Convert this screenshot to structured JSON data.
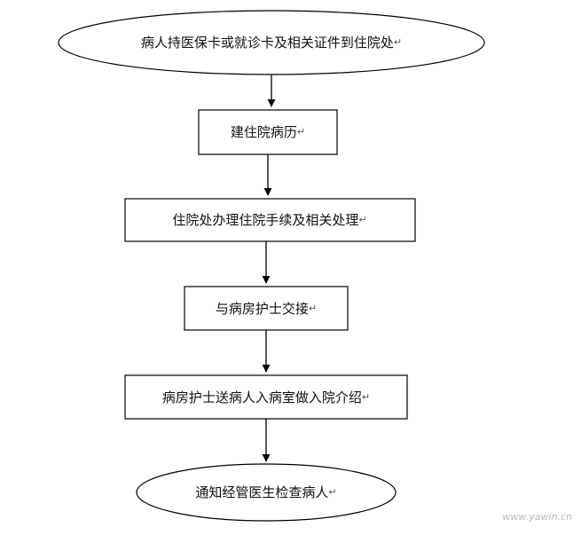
{
  "flowchart": {
    "steps": [
      {
        "id": "step-1",
        "shape": "ellipse",
        "text": "病人持医保卡或就诊卡及相关证件到住院处"
      },
      {
        "id": "step-2",
        "shape": "rect",
        "text": "建住院病历"
      },
      {
        "id": "step-3",
        "shape": "rect",
        "text": "住院处办理住院手续及相关处理"
      },
      {
        "id": "step-4",
        "shape": "rect",
        "text": "与病房护士交接"
      },
      {
        "id": "step-5",
        "shape": "rect",
        "text": "病房护士送病人入病室做入院介绍"
      },
      {
        "id": "step-6",
        "shape": "ellipse",
        "text": "通知经管医生检查病人"
      }
    ],
    "edges": [
      {
        "from": "step-1",
        "to": "step-2"
      },
      {
        "from": "step-2",
        "to": "step-3"
      },
      {
        "from": "step-3",
        "to": "step-4"
      },
      {
        "from": "step-4",
        "to": "step-5"
      },
      {
        "from": "step-5",
        "to": "step-6"
      }
    ],
    "paragraph_mark": "↵"
  },
  "watermark": {
    "text": "www.yawin.cn"
  }
}
